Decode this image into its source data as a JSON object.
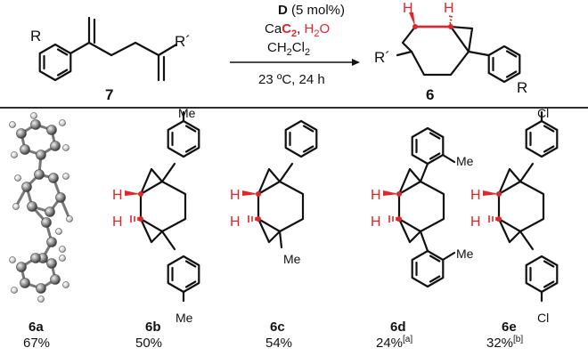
{
  "reaction": {
    "reactant_label": "7",
    "reactant_R": "R",
    "reactant_Rprime": "R´",
    "catalyst": "D",
    "catalyst_loading": " (5 mol%)",
    "reagent_ca": "Ca",
    "reagent_c": "C",
    "reagent_c_sub": "2",
    "reagent_sep": ", ",
    "reagent_h": "H",
    "reagent_h_sub": "2",
    "reagent_o": "O",
    "solvent_ch": "CH",
    "solvent_sub2": "2",
    "solvent_cl": "Cl",
    "solvent_sub2b": "2",
    "conditions": "23 ºC, 24 h",
    "product_label": "6",
    "product_R": "R",
    "product_Rprime": "R´",
    "product_H": "H"
  },
  "products": [
    {
      "label": "6a",
      "yield": "67%",
      "note": ""
    },
    {
      "label": "6b",
      "yield": "50%",
      "note": "",
      "top_sub": "Me",
      "bottom_sub": "Me"
    },
    {
      "label": "6c",
      "yield": "54%",
      "note": "",
      "bottom_sub": "Me"
    },
    {
      "label": "6d",
      "yield": "24%",
      "note": "[a]",
      "top_sub": "Me",
      "bottom_sub": "Me"
    },
    {
      "label": "6e",
      "yield": "32%",
      "note": "[b]",
      "top_sub": "Cl",
      "bottom_sub": "Cl"
    }
  ],
  "h_label": "H",
  "colors": {
    "highlight": "#e0262b",
    "ink": "#111111"
  }
}
